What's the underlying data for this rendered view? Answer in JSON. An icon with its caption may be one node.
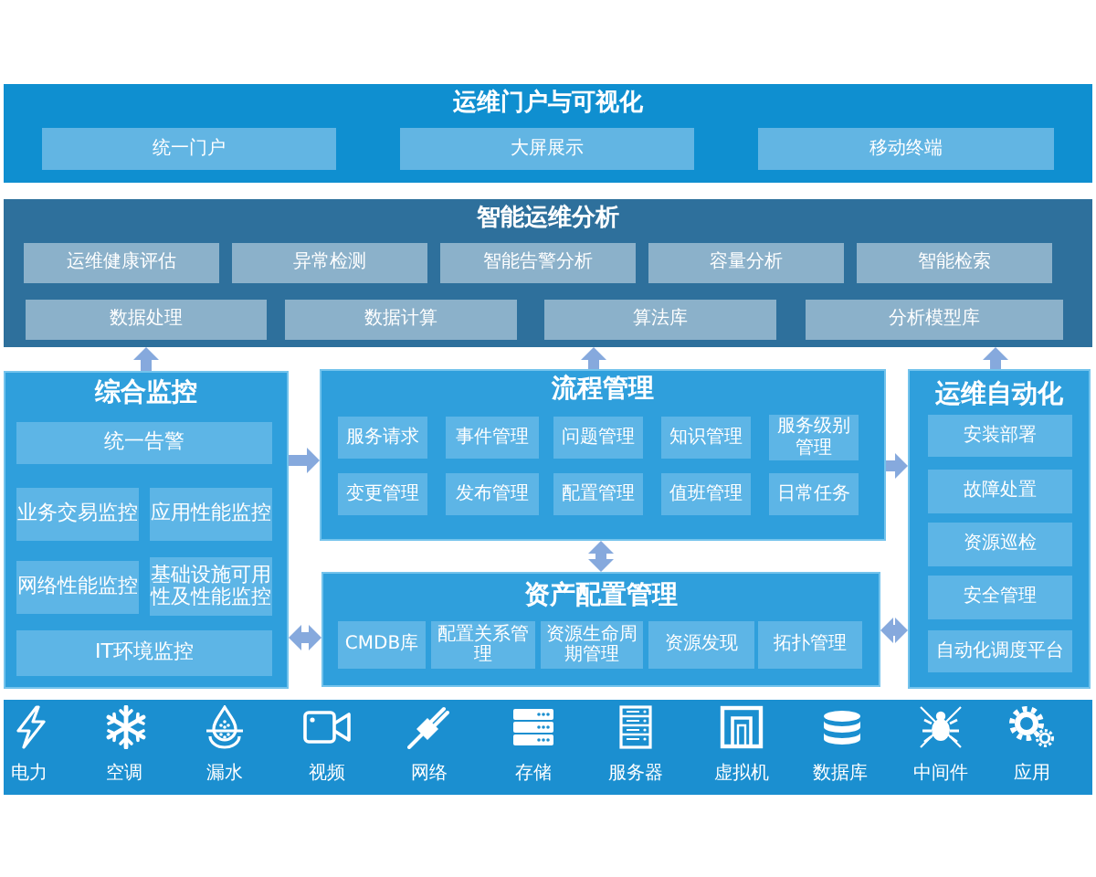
{
  "diagram": {
    "nodes": [
      {
        "text": [
          "运维门户与可视化"
        ]
      },
      {
        "text": [
          "统一门户"
        ],
        "in": 0
      },
      {
        "text": [
          "大屏展示"
        ],
        "in": 0
      },
      {
        "text": [
          "移动终端"
        ],
        "in": 0
      },
      {
        "text": [
          "智能运维分析"
        ]
      },
      {
        "text": [
          "运维健康评估"
        ],
        "in": 4
      },
      {
        "text": [
          "异常检测"
        ],
        "in": 4
      },
      {
        "text": [
          "智能告警分析"
        ],
        "in": 4
      },
      {
        "text": [
          "容量分析"
        ],
        "in": 4
      },
      {
        "text": [
          "智能检索"
        ],
        "in": 4
      },
      {
        "text": [
          "数据处理"
        ],
        "in": 4
      },
      {
        "text": [
          "数据计算"
        ],
        "in": 4
      },
      {
        "text": [
          "算法库"
        ],
        "in": 4
      },
      {
        "text": [
          "分析模型库"
        ],
        "in": 4
      },
      {
        "text": [
          "综合监控"
        ]
      },
      {
        "text": [
          "统一告警"
        ],
        "in": 14
      },
      {
        "text": [
          "业务交易监控"
        ],
        "in": 14
      },
      {
        "text": [
          "应用性能监控"
        ],
        "in": 14
      },
      {
        "text": [
          "网络性能监控"
        ],
        "in": 14
      },
      {
        "text": [
          "基础设施可用性及性能监控"
        ],
        "in": 14
      },
      {
        "text": [
          "IT环境监控"
        ],
        "in": 14
      },
      {
        "text": [
          "流程管理"
        ]
      },
      {
        "text": [
          "服务请求"
        ],
        "in": 21
      },
      {
        "text": [
          "事件管理"
        ],
        "in": 21
      },
      {
        "text": [
          "问题管理"
        ],
        "in": 21
      },
      {
        "text": [
          "知识管理"
        ],
        "in": 21
      },
      {
        "text": [
          "服务级别管理"
        ],
        "in": 21
      },
      {
        "text": [
          "变更管理"
        ],
        "in": 21
      },
      {
        "text": [
          "发布管理"
        ],
        "in": 21
      },
      {
        "text": [
          "配置管理"
        ],
        "in": 21
      },
      {
        "text": [
          "值班管理"
        ],
        "in": 21
      },
      {
        "text": [
          "日常任务"
        ],
        "in": 21
      },
      {
        "text": [
          "运维自动化"
        ]
      },
      {
        "text": [
          "安装部署"
        ],
        "in": 32
      },
      {
        "text": [
          "故障处置"
        ],
        "in": 32
      },
      {
        "text": [
          "资源巡检"
        ],
        "in": 32
      },
      {
        "text": [
          "安全管理"
        ],
        "in": 32
      },
      {
        "text": [
          "自动化调度平台"
        ],
        "in": 32
      },
      {
        "text": [
          "资产配置管理"
        ]
      },
      {
        "text": [
          "CMDB库"
        ],
        "in": 38
      },
      {
        "text": [
          "配置关系管理"
        ],
        "in": 38
      },
      {
        "text": [
          "资源生命周期管理"
        ],
        "in": 38
      },
      {
        "text": [
          "资源发现"
        ],
        "in": 38
      },
      {
        "text": [
          "拓扑管理"
        ],
        "in": 38
      },
      {
        "text": [],
        "shape": "bar"
      }
    ],
    "edges": [
      {
        "from": 14,
        "to": 4,
        "arrow": "to"
      },
      {
        "from": 21,
        "to": 4,
        "arrow": "to"
      },
      {
        "from": 32,
        "to": 4,
        "arrow": "to"
      },
      {
        "from": 14,
        "to": 21,
        "arrow": "to"
      },
      {
        "from": 21,
        "to": 32,
        "arrow": "to"
      },
      {
        "from": 21,
        "to": 38,
        "arrow": "both"
      },
      {
        "from": 14,
        "to": 38,
        "arrow": "both"
      },
      {
        "from": 38,
        "to": 32,
        "arrow": "both"
      }
    ],
    "labels": [
      "电力",
      "空调",
      "漏水",
      "视频",
      "网络",
      "存储",
      "服务器",
      "虚拟机",
      "数据库",
      "中间件",
      "应用"
    ]
  }
}
